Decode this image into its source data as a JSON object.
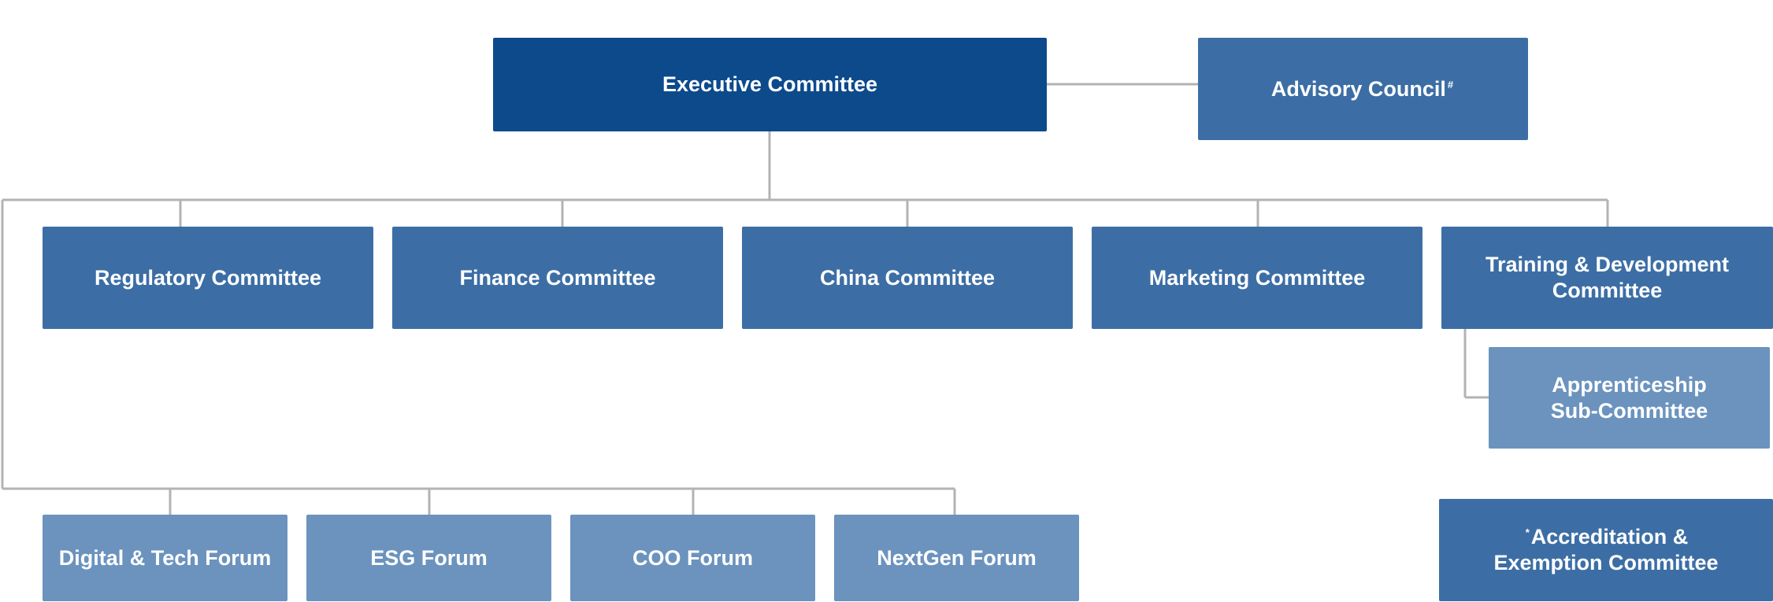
{
  "diagram": {
    "executive": {
      "label": "Executive Committee"
    },
    "advisory": {
      "label": "Advisory Council",
      "mark": "#"
    },
    "committees": [
      {
        "label": "Regulatory Committee"
      },
      {
        "label": "Finance Committee"
      },
      {
        "label": "China Committee"
      },
      {
        "label": "Marketing Committee"
      },
      {
        "label": "Training & Development Committee"
      }
    ],
    "subcommittee": {
      "label": "Apprenticeship Sub-Committee"
    },
    "forums": [
      {
        "label": "Digital & Tech Forum"
      },
      {
        "label": "ESG Forum"
      },
      {
        "label": "COO Forum"
      },
      {
        "label": "NextGen Forum"
      }
    ],
    "accreditation": {
      "label": "Accreditation & Exemption Committee",
      "mark": "*"
    }
  },
  "colors": {
    "dark": "#0c4a8c",
    "mid": "#3c6ea5",
    "light": "#6b93be",
    "connector": "#b3b3b3"
  }
}
